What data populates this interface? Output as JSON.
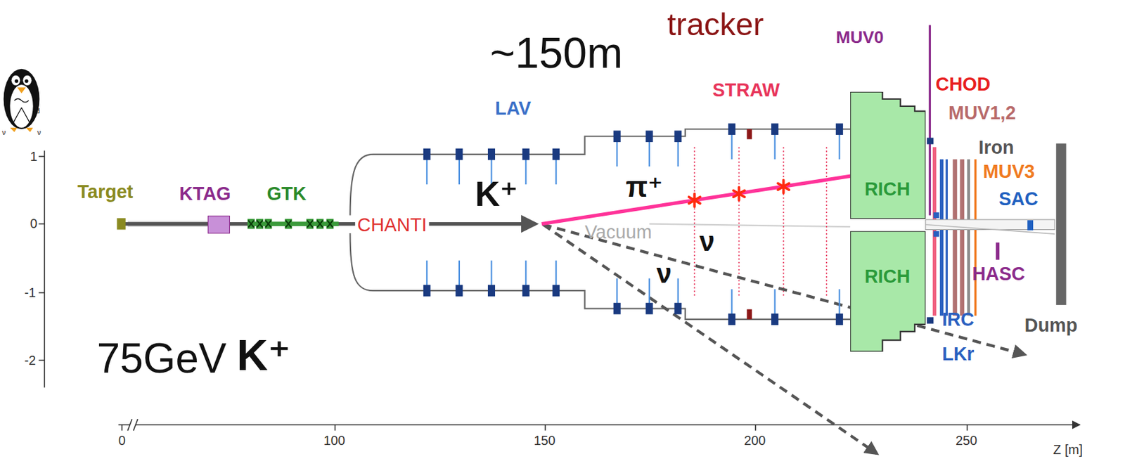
{
  "diagram": {
    "nodes": [
      {
        "text": [
          "RICH"
        ]
      },
      {
        "text": [
          "RICH"
        ]
      }
    ],
    "labels": [
      "tracker",
      "~150m",
      "MUV0",
      "STRAW",
      "CHOD",
      "MUV1,2",
      "LAV",
      "Iron",
      "MUV3",
      "SAC",
      "Target",
      "KTAG",
      "GTK",
      "K⁺",
      "π⁺",
      "CHANTI",
      "Vacuum",
      "ν",
      "ν",
      "HASC",
      "IRC",
      "LKr",
      "Dump",
      "75GeV",
      "K⁺",
      "1",
      "0",
      "-1",
      "-2",
      "0",
      "100",
      "150",
      "200",
      "250",
      "Z [m]",
      "d",
      "ν",
      "ν"
    ]
  }
}
